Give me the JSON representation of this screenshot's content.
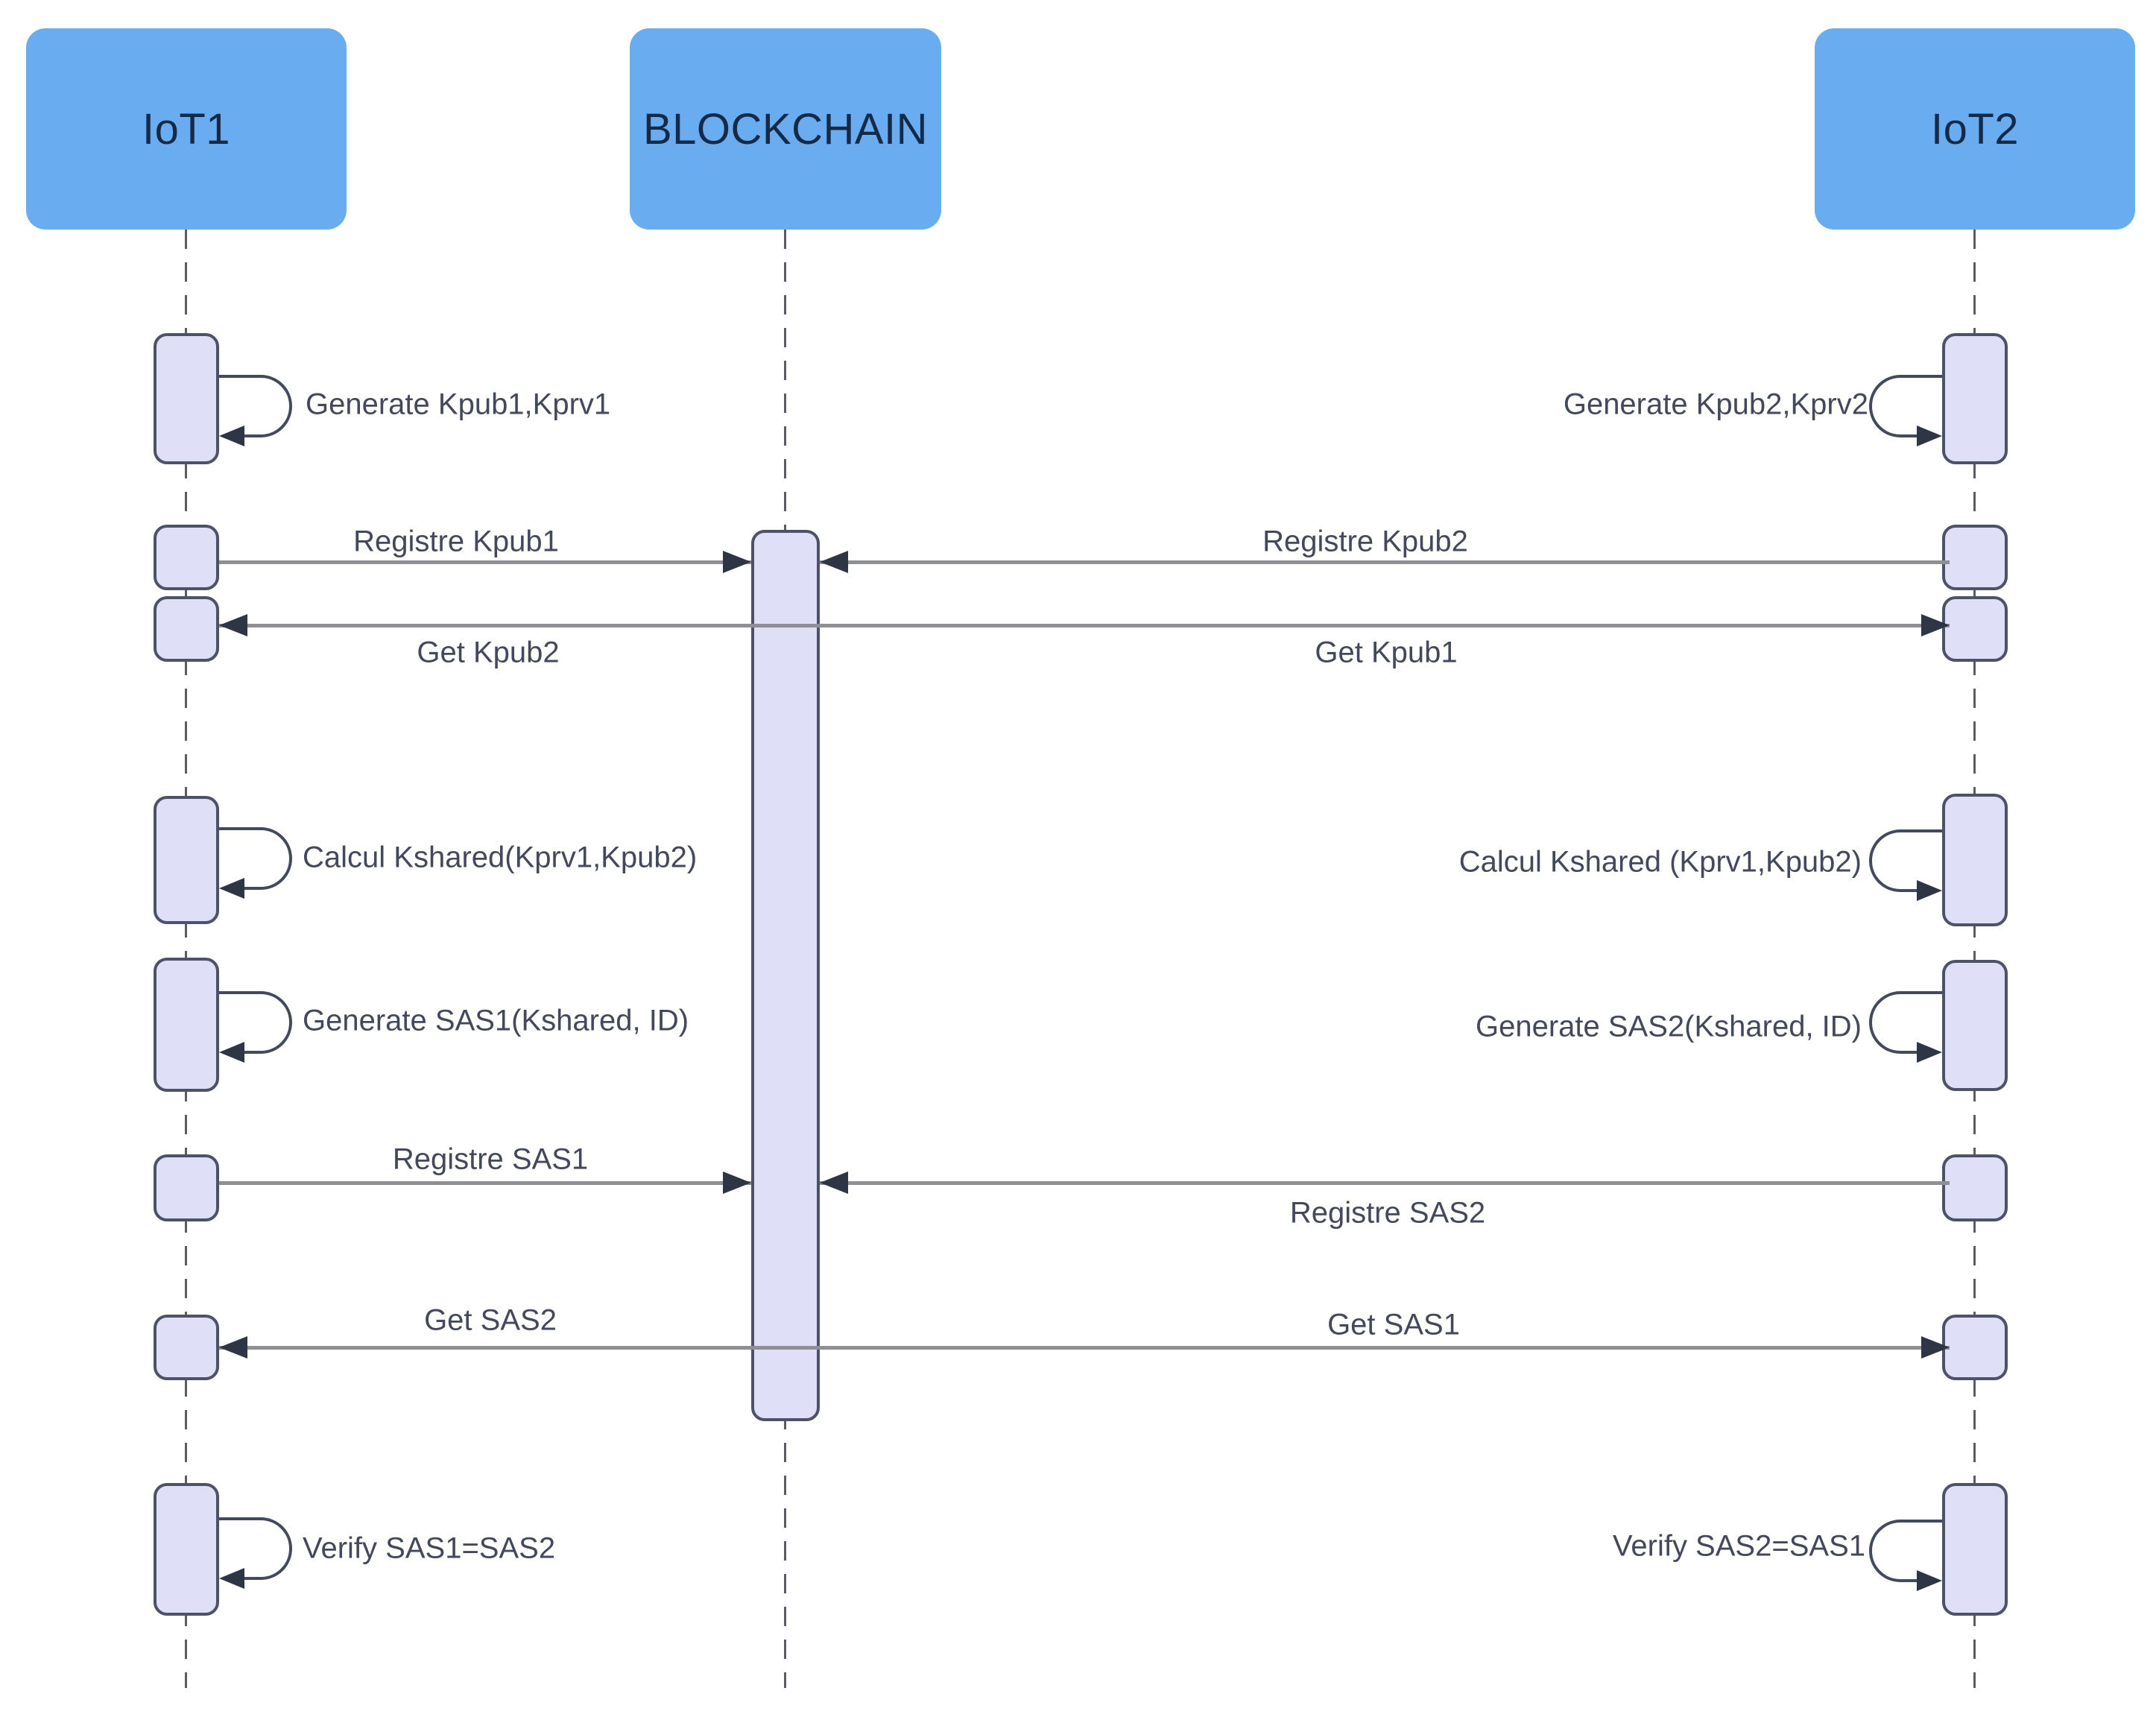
{
  "actors": {
    "iot1": "IoT1",
    "blockchain": "BLOCKCHAIN",
    "iot2": "IoT2"
  },
  "self_messages": {
    "generate_keys_1": "Generate Kpub1,Kprv1",
    "generate_keys_2": "Generate Kpub2,Kprv2",
    "calcul_kshared_1": "Calcul Kshared(Kprv1,Kpub2)",
    "calcul_kshared_2": "Calcul Kshared (Kprv1,Kpub2)",
    "generate_sas_1": "Generate SAS1(Kshared, ID)",
    "generate_sas_2": "Generate SAS2(Kshared, ID)",
    "verify_1": "Verify SAS1=SAS2",
    "verify_2": "Verify SAS2=SAS1"
  },
  "messages": {
    "registre_kpub1": "Registre Kpub1",
    "registre_kpub2": "Registre Kpub2",
    "get_kpub2": "Get Kpub2",
    "get_kpub1": "Get Kpub1",
    "registre_sas1": "Registre SAS1",
    "registre_sas2": "Registre SAS2",
    "get_sas2": "Get SAS2",
    "get_sas1": "Get SAS1"
  },
  "colors": {
    "actor_fill": "#6aacf0",
    "actor_text": "#152a47",
    "activation_fill": "#dfe0f8",
    "activation_border": "#4d5268",
    "message_line": "#8e9095",
    "arrowhead": "#2e3545",
    "label_text": "#43495a",
    "lifeline": "#5a5d66",
    "background": "#ffffff"
  }
}
